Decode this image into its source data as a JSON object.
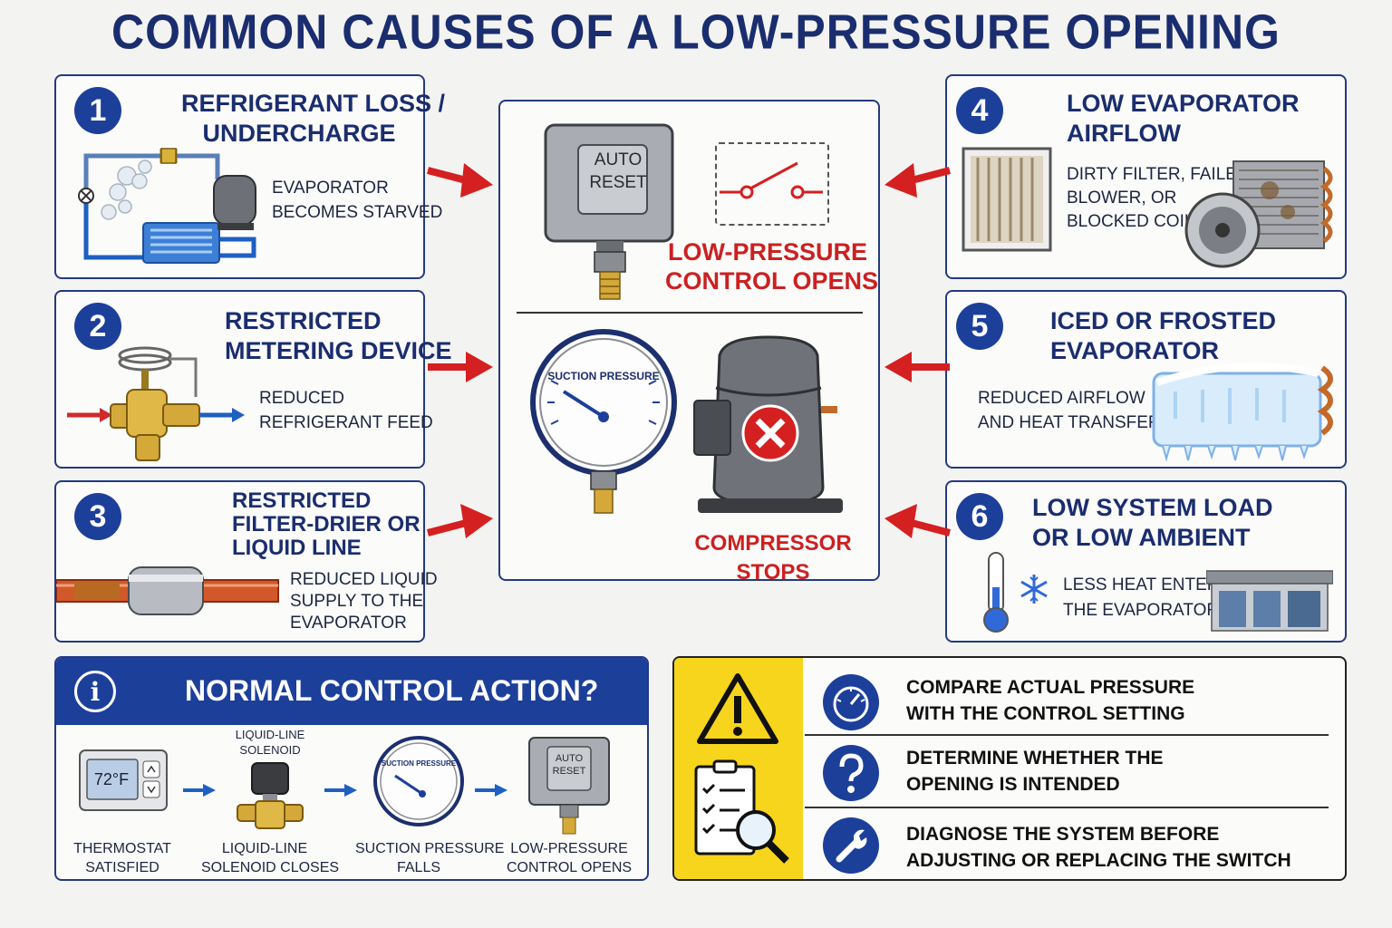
{
  "title": "COMMON CAUSES OF A LOW-PRESSURE OPENING",
  "causes": [
    {
      "num": "1",
      "title": [
        "REFRIGERANT LOSS /",
        "UNDERCHARGE"
      ],
      "desc": [
        "EVAPORATOR",
        "BECOMES STARVED"
      ]
    },
    {
      "num": "2",
      "title": [
        "RESTRICTED",
        "METERING DEVICE"
      ],
      "desc": [
        "REDUCED",
        "REFRIGERANT FEED"
      ]
    },
    {
      "num": "3",
      "title": [
        "RESTRICTED",
        "FILTER-DRIER OR",
        "LIQUID LINE"
      ],
      "desc": [
        "REDUCED LIQUID",
        "SUPPLY TO THE",
        "EVAPORATOR"
      ]
    },
    {
      "num": "4",
      "title": [
        "LOW EVAPORATOR",
        "AIRFLOW"
      ],
      "desc": [
        "DIRTY FILTER, FAILED",
        "BLOWER, OR",
        "BLOCKED COIL"
      ]
    },
    {
      "num": "5",
      "title": [
        "ICED OR FROSTED",
        "EVAPORATOR"
      ],
      "desc": [
        "REDUCED AIRFLOW",
        "AND HEAT TRANSFER"
      ]
    },
    {
      "num": "6",
      "title": [
        "LOW SYSTEM LOAD",
        "OR LOW AMBIENT"
      ],
      "desc": [
        "LESS HEAT ENTERS",
        "THE EVAPORATOR"
      ]
    }
  ],
  "center": {
    "switch_label": [
      "AUTO",
      "RESET"
    ],
    "control_opens": [
      "LOW-PRESSURE",
      "CONTROL OPENS"
    ],
    "gauge_label": "SUCTION PRESSURE",
    "compressor_stops": "COMPRESSOR STOPS"
  },
  "normal": {
    "heading": "NORMAL CONTROL ACTION?",
    "info_glyph": "i",
    "thermostat_reading": "72°F",
    "solenoid_top": [
      "LIQUID-LINE",
      "SOLENOID"
    ],
    "gauge_label": "SUCTION PRESSURE",
    "switch_label": [
      "AUTO",
      "RESET"
    ],
    "steps": [
      [
        "THERMOSTAT",
        "SATISFIED"
      ],
      [
        "LIQUID-LINE",
        "SOLENOID CLOSES"
      ],
      [
        "SUCTION PRESSURE",
        "FALLS"
      ],
      [
        "LOW-PRESSURE",
        "CONTROL OPENS"
      ]
    ]
  },
  "checklist": {
    "items": [
      {
        "icon": "gauge-icon",
        "text": [
          "COMPARE ACTUAL PRESSURE",
          "WITH THE CONTROL SETTING"
        ]
      },
      {
        "icon": "question-icon",
        "text": [
          "DETERMINE WHETHER THE",
          "OPENING IS INTENDED"
        ]
      },
      {
        "icon": "wrench-icon",
        "text": [
          "DIAGNOSE THE SYSTEM BEFORE",
          "ADJUSTING OR REPLACING THE SWITCH"
        ]
      }
    ]
  },
  "colors": {
    "navy": "#1a2d6e",
    "blue": "#1c3f9a",
    "red": "#cc2020",
    "yellow": "#f6d51c"
  }
}
